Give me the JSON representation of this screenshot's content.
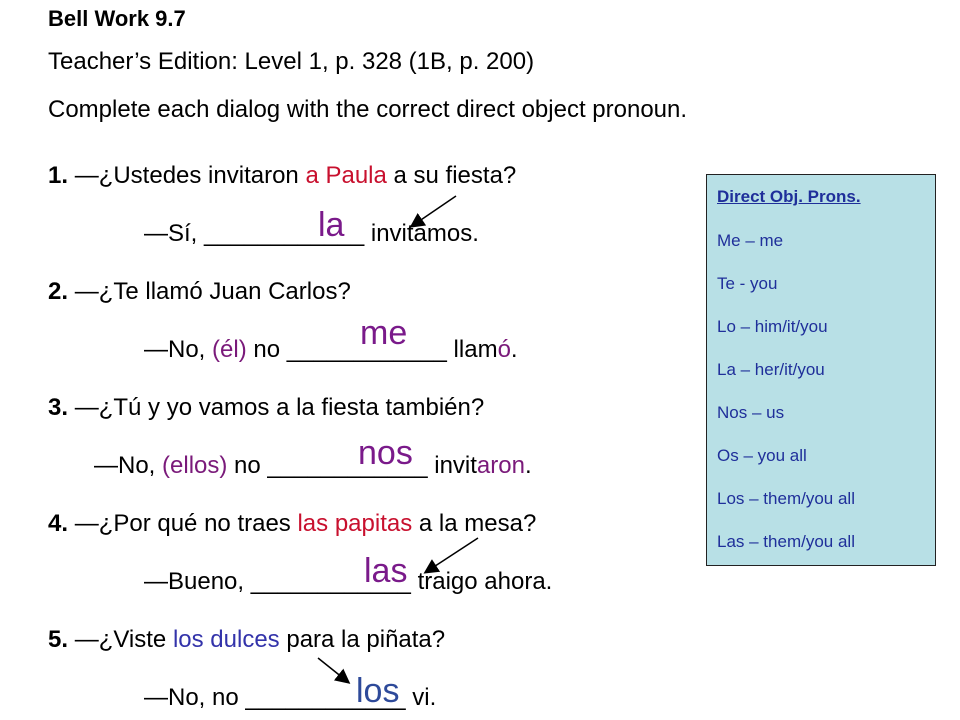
{
  "header": {
    "title": "Bell Work 9.7",
    "reference": "Teacher’s Edition: Level 1, p. 328 (1B, p. 200)",
    "instruction": "Complete each dialog with the correct direct object pronoun."
  },
  "items": [
    {
      "num": "1.",
      "q_pre": "—¿Ustedes invitaron ",
      "q_hl": "a Paula",
      "q_post": " a su fiesta?",
      "a_pre": "—Sí, ",
      "blank": "____________",
      "a_post": " invitamos.",
      "answer": "la"
    },
    {
      "num": "2.",
      "q_pre": "—¿Te llamó Juan Carlos?",
      "a_pre": "—No, ",
      "a_hl": "(él)",
      "a_mid": " no ",
      "blank": "____________",
      "a_post1": " llam",
      "a_post_hl": "ó",
      "a_post2": ".",
      "answer": "me"
    },
    {
      "num": "3.",
      "q_pre": "—¿Tú y yo vamos a la fiesta también?",
      "a_pre": "—No, ",
      "a_hl": "(ellos)",
      "a_mid": " no ",
      "blank": "____________",
      "a_post1": " invit",
      "a_post_hl": "aron",
      "a_post2": ".",
      "answer": "nos"
    },
    {
      "num": "4.",
      "q_pre": "—¿Por qué no traes ",
      "q_hl": "las papitas",
      "q_post": " a la mesa?",
      "a_pre": "—Bueno, ",
      "blank": "____________",
      "a_post": " traigo ahora.",
      "answer": "las"
    },
    {
      "num": "5.",
      "q_pre": "—¿Viste ",
      "q_hl": "los dulces",
      "q_post": " para la piñata?",
      "a_pre": "—No, no ",
      "blank": "____________",
      "a_post": " vi.",
      "answer": "los"
    }
  ],
  "vocab_box": {
    "heading": "Direct Obj. Prons.",
    "entries": [
      "Me – me",
      "Te - you",
      "Lo – him/it/you",
      "La – her/it/you",
      "Nos – us",
      "Os – you all",
      "Los – them/you all",
      "Las – them/you all"
    ]
  },
  "colors": {
    "highlight_red": "#c8102e",
    "highlight_purple": "#7a1a7a",
    "highlight_blue": "#3333aa",
    "answer": "#7a1a8a",
    "vocab_bg": "#b8e0e6",
    "vocab_text": "#1f2f9a"
  }
}
